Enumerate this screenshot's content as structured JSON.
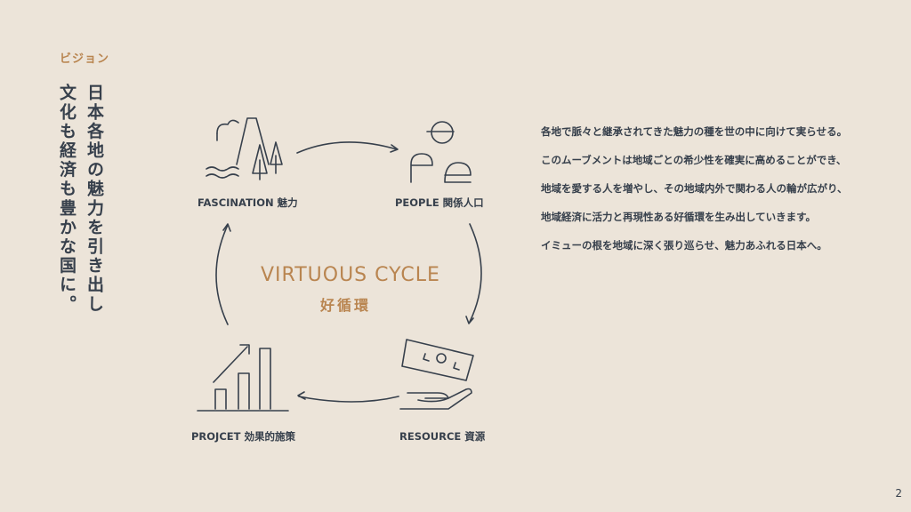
{
  "eyebrow": "ビジョン",
  "headline": {
    "line1": "日本各地の魅力を引き出し",
    "line2": "文化も経済も豊かな国に。"
  },
  "cycle": {
    "title_en": "VIRTUOUS CYCLE",
    "title_jp": "好循環",
    "nodes": [
      {
        "label": "FASCINATION 魅力"
      },
      {
        "label": "PEOPLE 関係人口"
      },
      {
        "label": "RESOURCE 資源"
      },
      {
        "label": "PROJCET 効果的施策"
      }
    ]
  },
  "body": [
    "各地で脈々と継承されてきた魅力の種を世の中に向けて実らせる。",
    "このムーブメントは地域ごとの希少性を確実に高めることができ、",
    "地域を愛する人を増やし、その地域内外で関わる人の輪が広がり、",
    "地域経済に活力と再現性ある好循環を生み出していきます。",
    "イミューの根を地域に深く張り巡らせ、魅力あふれる日本へ。"
  ],
  "page_number": "2",
  "colors": {
    "background": "#ece4d9",
    "text": "#37404c",
    "accent": "#b98550"
  }
}
